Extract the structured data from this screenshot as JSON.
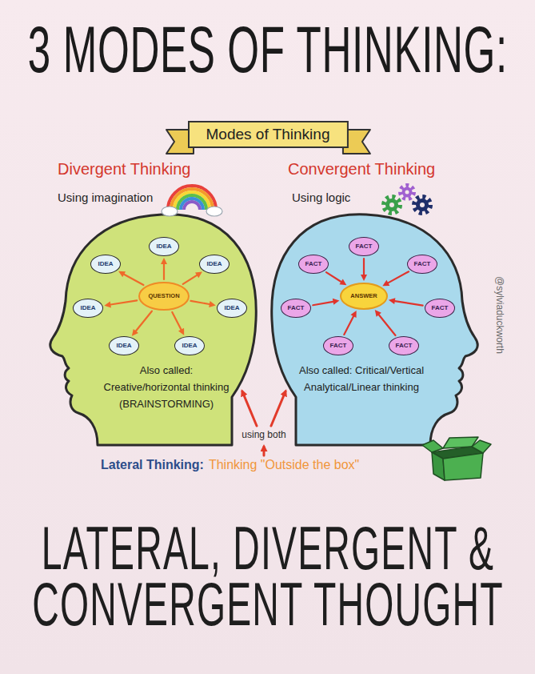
{
  "diagram": {
    "title": "3 MODES OF THINKING:",
    "caption": "LATERAL, DIVERGENT & CONVERGENT THOUGHT",
    "nodes": [
      {
        "text": [
          "Modes of Thinking"
        ]
      },
      {
        "text": [
          "Divergent Thinking",
          "Using imagination",
          "Also called: Creative/horizontal thinking (BRAINSTORMING)"
        ]
      },
      {
        "text": [
          "QUESTION"
        ],
        "in": 1
      },
      {
        "text": [
          "IDEA"
        ],
        "in": 1
      },
      {
        "text": [
          "IDEA"
        ],
        "in": 1
      },
      {
        "text": [
          "IDEA"
        ],
        "in": 1
      },
      {
        "text": [
          "IDEA"
        ],
        "in": 1
      },
      {
        "text": [
          "IDEA"
        ],
        "in": 1
      },
      {
        "text": [
          "IDEA"
        ],
        "in": 1
      },
      {
        "text": [
          "IDEA"
        ],
        "in": 1
      },
      {
        "text": [
          "Convergent Thinking",
          "Using logic",
          "Also called: Critical/Vertical Analytical/Linear thinking"
        ]
      },
      {
        "text": [
          "ANSWER"
        ],
        "in": 10
      },
      {
        "text": [
          "FACT"
        ],
        "in": 10
      },
      {
        "text": [
          "FACT"
        ],
        "in": 10
      },
      {
        "text": [
          "FACT"
        ],
        "in": 10
      },
      {
        "text": [
          "FACT"
        ],
        "in": 10
      },
      {
        "text": [
          "FACT"
        ],
        "in": 10
      },
      {
        "text": [
          "FACT"
        ],
        "in": 10
      },
      {
        "text": [
          "FACT"
        ],
        "in": 10
      }
    ],
    "edges": [
      {
        "from": 2,
        "to": 3,
        "arrow": "to"
      },
      {
        "from": 2,
        "to": 4,
        "arrow": "to"
      },
      {
        "from": 2,
        "to": 5,
        "arrow": "to"
      },
      {
        "from": 2,
        "to": 6,
        "arrow": "to"
      },
      {
        "from": 2,
        "to": 7,
        "arrow": "to"
      },
      {
        "from": 2,
        "to": 8,
        "arrow": "to"
      },
      {
        "from": 2,
        "to": 9,
        "arrow": "to"
      },
      {
        "from": 12,
        "to": 11,
        "arrow": "to"
      },
      {
        "from": 13,
        "to": 11,
        "arrow": "to"
      },
      {
        "from": 14,
        "to": 11,
        "arrow": "to"
      },
      {
        "from": 15,
        "to": 11,
        "arrow": "to"
      },
      {
        "from": 16,
        "to": 11,
        "arrow": "to"
      },
      {
        "from": 17,
        "to": 11,
        "arrow": "to"
      },
      {
        "from": 18,
        "to": 11,
        "arrow": "to"
      }
    ],
    "labels": [
      "using both",
      "Lateral Thinking:",
      "Thinking \"Outside the box\"",
      "@sylviaduckworth"
    ]
  }
}
